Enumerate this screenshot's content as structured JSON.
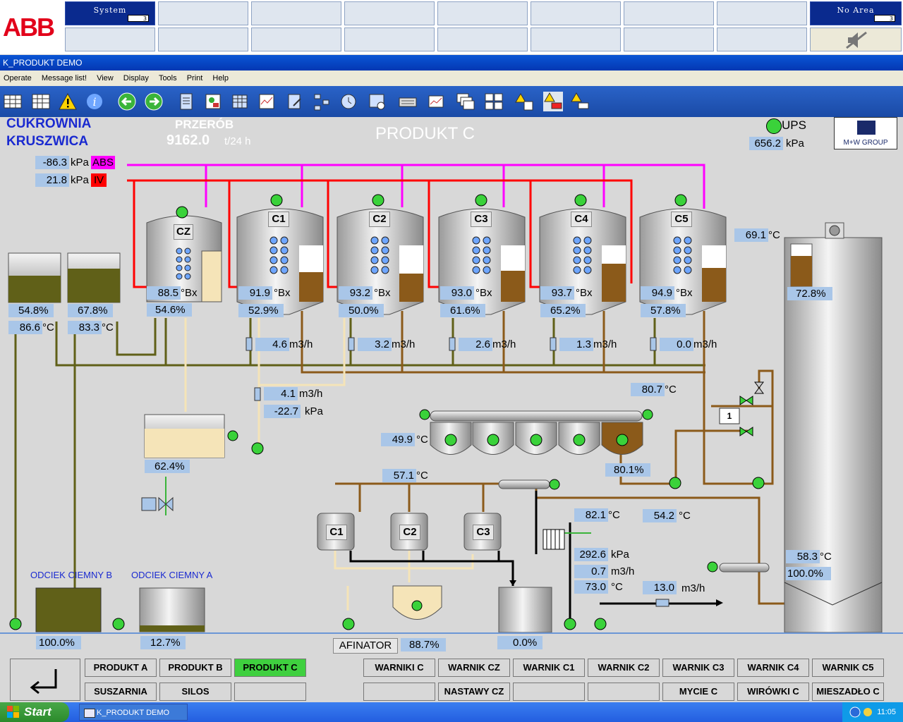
{
  "header": {
    "logo": "ABB",
    "system_label": "System",
    "system_count": "3",
    "area_label": "No Area",
    "area_count": "3"
  },
  "window": {
    "title": "K_PRODUKT  DEMO"
  },
  "menu": [
    "Operate",
    "Message list!",
    "View",
    "Display",
    "Tools",
    "Print",
    "Help"
  ],
  "plant": {
    "company_line1": "CUKROWNIA",
    "company_line2": "KRUSZWICA",
    "throughput_label": "PRZERÓB",
    "throughput_value": "9162.0",
    "throughput_unit": "t/24 h",
    "screen_title": "PRODUKT C",
    "ups_label": "UPS",
    "ups_pressure": "656.2",
    "ups_unit": "kPa",
    "partner": "M+W GROUP"
  },
  "header_lines": {
    "abs_pressure": "-86.3",
    "abs_unit": "kPa",
    "abs_tag": "ABS",
    "iv_pressure": "21.8",
    "iv_unit": "kPa",
    "iv_tag": "IV"
  },
  "vessels": [
    {
      "name": "CZ",
      "bx": "88.5",
      "level": "54.6%"
    },
    {
      "name": "C1",
      "bx": "91.9",
      "level": "52.9%",
      "flow": "4.6"
    },
    {
      "name": "C2",
      "bx": "93.2",
      "level": "50.0%",
      "flow": "3.2"
    },
    {
      "name": "C3",
      "bx": "93.0",
      "level": "61.6%",
      "flow": "2.6"
    },
    {
      "name": "C4",
      "bx": "93.7",
      "level": "65.2%",
      "flow": "1.3"
    },
    {
      "name": "C5",
      "bx": "94.9",
      "level": "57.8%",
      "flow": "0.0"
    }
  ],
  "units": {
    "bx": "°Bx",
    "degc": "°C",
    "flow": "m3/h",
    "kpa": "kPa",
    "pct": "%"
  },
  "left_tanks": [
    {
      "level": "54.8%",
      "temp": "86.6"
    },
    {
      "level": "67.8%",
      "temp": "83.3"
    }
  ],
  "feed": {
    "flow": "4.1",
    "pressure": "-22.7",
    "tank_level": "62.4%"
  },
  "silo": {
    "top_temp": "69.1",
    "top_level": "72.8%",
    "bottom_temp": "58.3",
    "bottom_level": "100.0%"
  },
  "crystallizer": {
    "temp_in": "80.7",
    "temp_left": "49.9",
    "level": "80.1%",
    "box_num": "1"
  },
  "centrifuge_line": {
    "temp": "57.1",
    "names": [
      "C1",
      "C2",
      "C3"
    ]
  },
  "heater": {
    "temp_out": "82.1",
    "temp_right": "54.2",
    "pressure": "292.6",
    "flow": "0.7",
    "temp": "73.0",
    "flow2": "13.0"
  },
  "drains": [
    {
      "name": "ODCIEK CIEMNY B",
      "level": "100.0%"
    },
    {
      "name": "ODCIEK CIEMNY A",
      "level": "12.7%"
    }
  ],
  "afinator": {
    "label": "AFINATOR",
    "level": "88.7%",
    "tank_level": "0.0%"
  },
  "nav_left": [
    {
      "label": "PRODUKT A"
    },
    {
      "label": "PRODUKT B"
    },
    {
      "label": "PRODUKT C",
      "active": true
    },
    {
      "label": "SUSZARNIA"
    },
    {
      "label": "SILOS"
    },
    {
      "label": ""
    }
  ],
  "nav_right_top": [
    "WARNIKI C",
    "WARNIK CZ",
    "WARNIK C1",
    "WARNIK C2",
    "WARNIK C3",
    "WARNIK C4",
    "WARNIK C5"
  ],
  "nav_right_bottom": [
    "",
    "NASTAWY CZ",
    "",
    "",
    "MYCIE C",
    "WIRÓWKI C",
    "MIESZADŁO C"
  ],
  "taskbar": {
    "start": "Start",
    "task": "K_PRODUKT  DEMO",
    "clock": "11:05"
  },
  "colors": {
    "pink": "#ff00ff",
    "red": "#ff0000",
    "olive": "#606018",
    "brown": "#8b5a1a",
    "cream": "#f5e4b8",
    "valuebox": "#a9c6e8",
    "active": "#3fd03f"
  }
}
